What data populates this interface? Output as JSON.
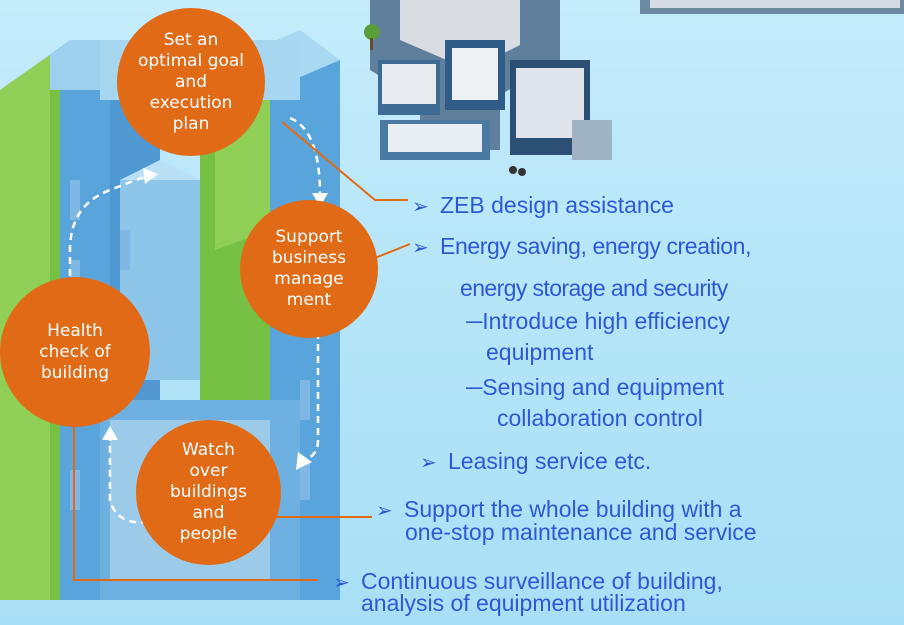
{
  "cycle": {
    "goal": "Set an\noptimal goal\nand\nexecution\nplan",
    "support": "Support\nbusiness\nmanage\nment",
    "watch": "Watch\nover\nbuildings\nand\npeople",
    "health": "Health\ncheck of\nbuilding"
  },
  "bullets": {
    "zeb": "ZEB design assistance",
    "energy_line1": "Energy saving, energy creation,",
    "energy_line2": "energy storage and security",
    "sub1_line1": "─Introduce high efficiency",
    "sub1_line2": "equipment",
    "sub2_line1": "─Sensing and equipment",
    "sub2_line2": "collaboration control",
    "leasing": "Leasing service  etc.",
    "onestop_line1": "Support the whole building with a",
    "onestop_line2": "one-stop maintenance and service",
    "surveillance_line1": "Continuous surveillance of building,",
    "surveillance_line2": "analysis of equipment utilization"
  },
  "colors": {
    "circle": "#e06a16",
    "bullet_text": "#2e59d6",
    "connector": "#e06a16",
    "frame_green": "#76c043",
    "frame_blue": "#5aa4dc"
  },
  "icons": {
    "bullet": "triangle-right-icon",
    "building": "office-building-illustration"
  }
}
